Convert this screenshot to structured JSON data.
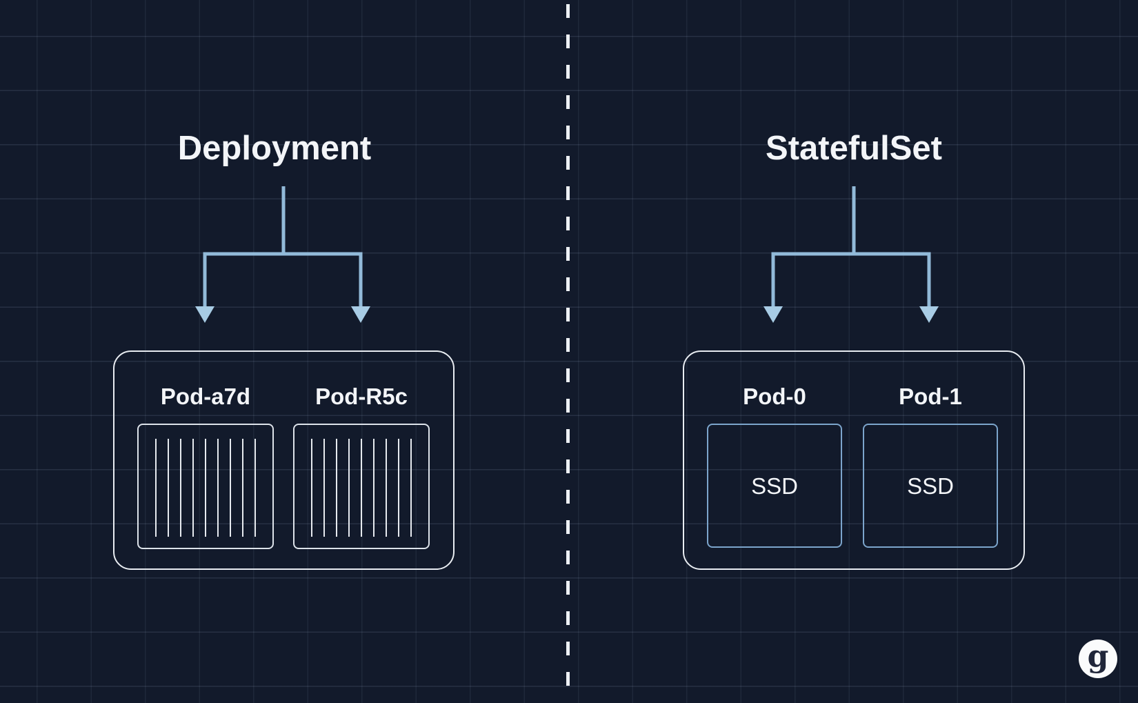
{
  "theme": {
    "background": "#121a2b",
    "grid_v": "#aab9d716",
    "grid_h": "#aab9d724",
    "box_border": "#e9edf2",
    "inner_border": "#dde3ea",
    "stripe": "#e7ebf0",
    "ssd_border": "#7ca5cc",
    "arrow_line": "#92bad9",
    "arrow_head": "#a8cce5",
    "divider": "#edf0f4",
    "text": "#f3f5f8",
    "logo_bg": "#fafbfc",
    "logo_ink": "#20263a"
  },
  "left": {
    "title": "Deployment",
    "pods": [
      {
        "label": "Pod-a7d"
      },
      {
        "label": "Pod-R5c"
      }
    ],
    "stripes_per_container": 9
  },
  "right": {
    "title": "StatefulSet",
    "pods": [
      {
        "label": "Pod-0",
        "volume": "SSD"
      },
      {
        "label": "Pod-1",
        "volume": "SSD"
      }
    ]
  },
  "logo": {
    "letter": "g"
  }
}
